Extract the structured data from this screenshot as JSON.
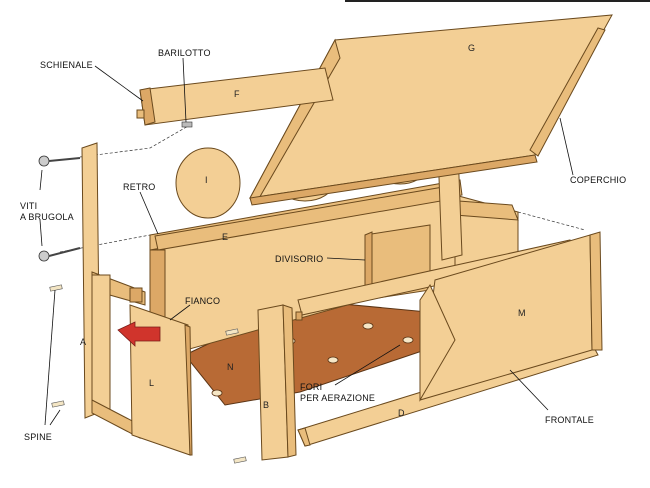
{
  "labels": {
    "schienale": "SCHIENALE",
    "barilotto": "BARILOTTO",
    "viti_line1": "VITI",
    "viti_line2": "A BRUGOLA",
    "retro": "RETRO",
    "coperchio": "COPERCHIO",
    "divisorio": "DIVISORIO",
    "fianco": "FIANCO",
    "fori_line1": "FORI",
    "fori_line2": "PER AERAZIONE",
    "frontale": "FRONTALE",
    "spine": "SPINE"
  },
  "parts": {
    "G": "G",
    "F": "F",
    "I": "I",
    "E": "E",
    "M": "M",
    "A": "A",
    "L": "L",
    "N": "N",
    "B": "B",
    "D": "D"
  },
  "colors": {
    "wood": "#f3cf95",
    "bottom_panel": "#b86a35",
    "arrow": "#d0342c"
  }
}
